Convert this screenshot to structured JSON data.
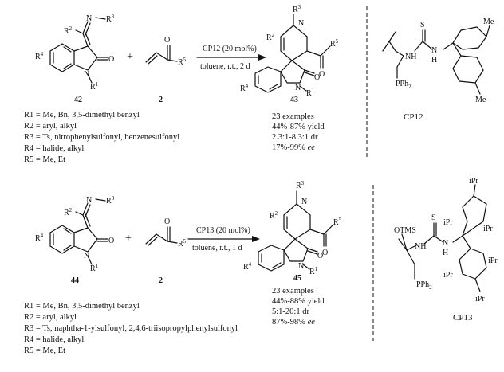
{
  "reaction_1": {
    "substrate_number": "42",
    "reagent_number": "2",
    "product_number": "43",
    "catalyst_condition": "CP12 (20 mol%)",
    "solvent_condition": "toluene, r.t., 2 d",
    "catalyst_name": "CP12",
    "definitions": [
      "R1 = Me, Bn, 3,5-dimethyl benzyl",
      "R2 = aryl, alkyl",
      "R3 = Ts, nitrophenylsulfonyl, benzenesulfonyl",
      "R4 = halide, alkyl",
      "R5 = Me, Et"
    ],
    "results": {
      "examples": "23 examples",
      "yield": "44%-87% yield",
      "dr": "2.3:1-8.3:1 dr",
      "ee_value": "17%-99%",
      "ee_unit": "ee"
    }
  },
  "reaction_2": {
    "substrate_number": "44",
    "reagent_number": "2",
    "product_number": "45",
    "catalyst_condition": "CP13 (20 mol%)",
    "solvent_condition": "toluene, r.t., 1 d",
    "catalyst_name": "CP13",
    "definitions": [
      "R1 = Me, Bn, 3,5-dimethyl benzyl",
      "R2 = aryl, alkyl",
      "R3 = Ts, naphtha-1-ylsulfonyl, 2,4,6-triisopropylphenylsulfonyl",
      "R4 = halide, alkyl",
      "R5 = Me, Et"
    ],
    "results": {
      "examples": "23 examples",
      "yield": "44%-88% yield",
      "dr": "5:1-20:1 dr",
      "ee_value": "87%-98%",
      "ee_unit": "ee"
    }
  },
  "atom_labels": {
    "N": "N",
    "O": "O",
    "S": "S",
    "H": "H",
    "Me": "Me",
    "PPh2": "PPh",
    "sub2": "2",
    "OTMS": "OTMS",
    "iPr": "iPr",
    "R": "R",
    "plus": "+",
    "r1": "1",
    "r2": "2",
    "r3": "3",
    "r4": "4",
    "r5": "5"
  }
}
